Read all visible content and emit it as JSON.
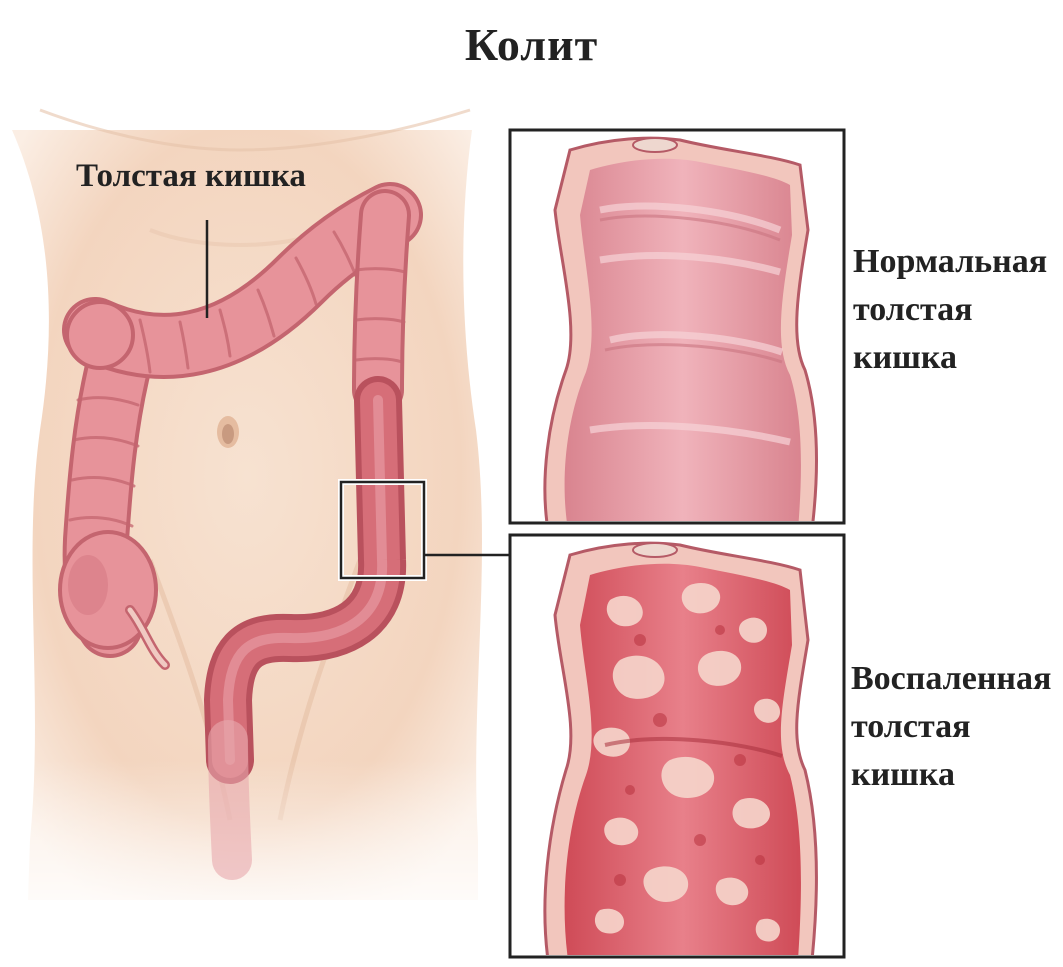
{
  "title": "Колит",
  "colon_label": "Толстая кишка",
  "panels": [
    {
      "id": "normal",
      "label_lines": [
        "Нормальная",
        "толстая",
        "кишка"
      ]
    },
    {
      "id": "inflamed",
      "label_lines": [
        "Воспаленная",
        "толстая",
        "кишка"
      ]
    }
  ],
  "colors": {
    "skin": "#f6ddc9",
    "colon": "#e7939a",
    "colon_dark": "#c4656f",
    "mucosa_normal": "#e9a2ac",
    "mucosa_inflamed": "#e06f78",
    "lesion": "#f1c9c0",
    "frame": "#222222"
  }
}
